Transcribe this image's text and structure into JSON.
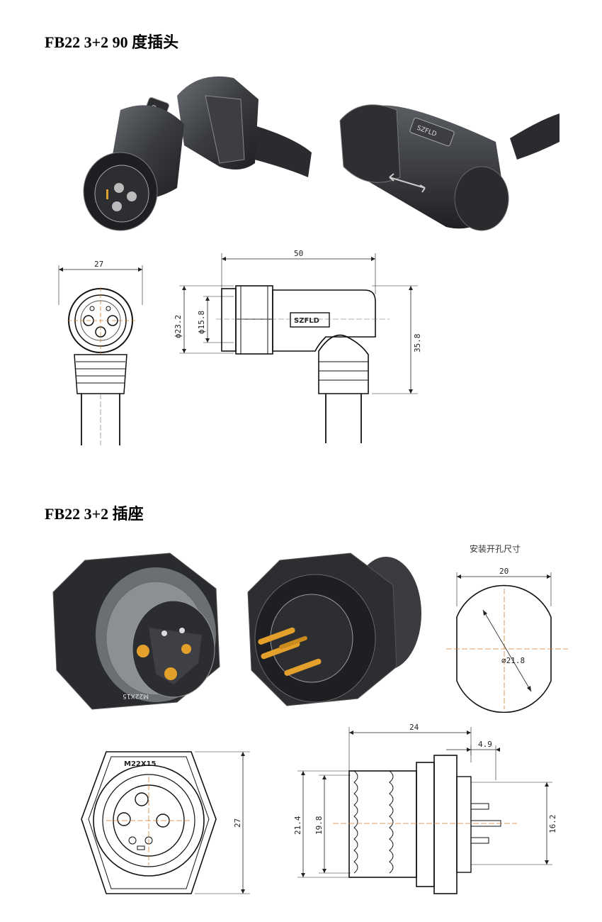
{
  "sections": {
    "plug": {
      "title": "FB22 3+2 90 度插头"
    },
    "socket": {
      "title": "FB22 3+2 插座"
    }
  },
  "brand": "SZFLD",
  "thread_mark": "M22X15",
  "dims": {
    "plug_front_w": "27",
    "plug_len": "50",
    "plug_d1": "ϕ23.2",
    "plug_d2": "ϕ15.8",
    "plug_h": "35.8",
    "hole_title": "安装开孔尺寸",
    "hole_w": "20",
    "hole_d": "∅21.8",
    "sock_front_h": "27",
    "sock_len": "24",
    "sock_flange": "4.9",
    "sock_d1": "21.4",
    "sock_d2": "19.8",
    "sock_d3": "16.2"
  }
}
